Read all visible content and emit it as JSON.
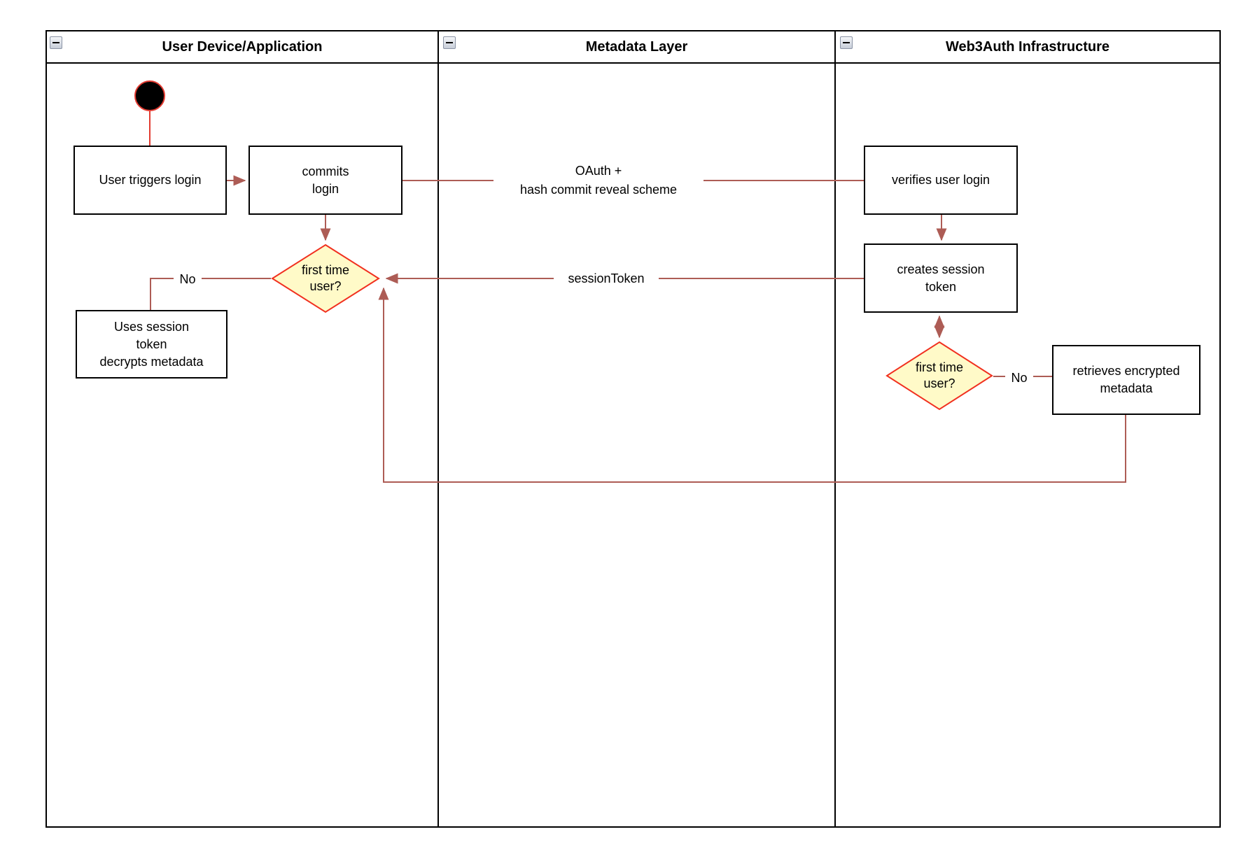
{
  "diagram": {
    "lanes": [
      {
        "title": "User Device/Application"
      },
      {
        "title": "Metadata Layer"
      },
      {
        "title": "Web3Auth Infrastructure"
      }
    ],
    "nodes": {
      "user_triggers_login": {
        "label": "User triggers login"
      },
      "commits_login": {
        "label": "commits\nlogin"
      },
      "first_time_user_1": {
        "label": "first time\nuser?"
      },
      "uses_session_token": {
        "label": "Uses session\ntoken\ndecrypts metadata"
      },
      "verifies_user_login": {
        "label": "verifies user login"
      },
      "creates_session_token": {
        "label": "creates session\ntoken"
      },
      "first_time_user_2": {
        "label": "first time\nuser?"
      },
      "retrieves_encrypted_metadata": {
        "label": "retrieves encrypted\nmetadata"
      }
    },
    "edge_labels": {
      "oauth": "OAuth +\nhash commit reveal scheme",
      "session_token": "sessionToken",
      "no_1": "No",
      "no_2": "No"
    },
    "colors": {
      "edge": "#ad5c55",
      "start_stroke": "#e23b31",
      "start_fill": "#000000",
      "decision_fill": "#fffac8",
      "decision_stroke": "#f1301f",
      "box_stroke": "#000000",
      "lane_stroke": "#000000"
    }
  }
}
